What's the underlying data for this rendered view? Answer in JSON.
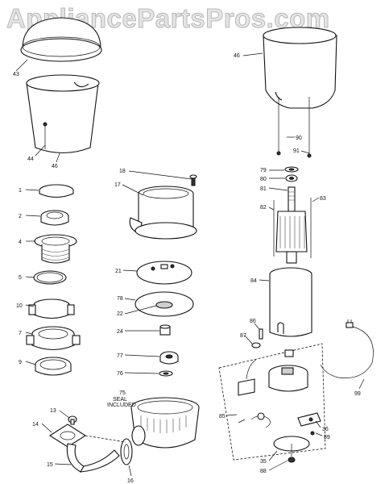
{
  "watermark": "AppliancePartsPros.com",
  "callouts": {
    "n43": "43",
    "n44": "44",
    "n46a": "46",
    "n46b": "46",
    "n1": "1",
    "n2": "2",
    "n4": "4",
    "n5": "5",
    "n10": "10",
    "n7": "7",
    "n9": "9",
    "n13": "13",
    "n14": "14",
    "n15": "15",
    "n16": "16",
    "n18": "18",
    "n17": "17",
    "n21": "21",
    "n78": "78",
    "n22": "22",
    "n24": "24",
    "n77": "77",
    "n76": "76",
    "n75": "75",
    "n90": "90",
    "n91": "91",
    "n79": "79",
    "n80": "80",
    "n81": "81",
    "n82": "82",
    "n83": "83",
    "n84": "84",
    "n86": "86",
    "n87": "87",
    "n99": "99",
    "n85": "85",
    "n36": "36",
    "n89": "89",
    "n35": "35",
    "n88": "88"
  },
  "seal_note": [
    "SEAL",
    "INCLUDED"
  ]
}
